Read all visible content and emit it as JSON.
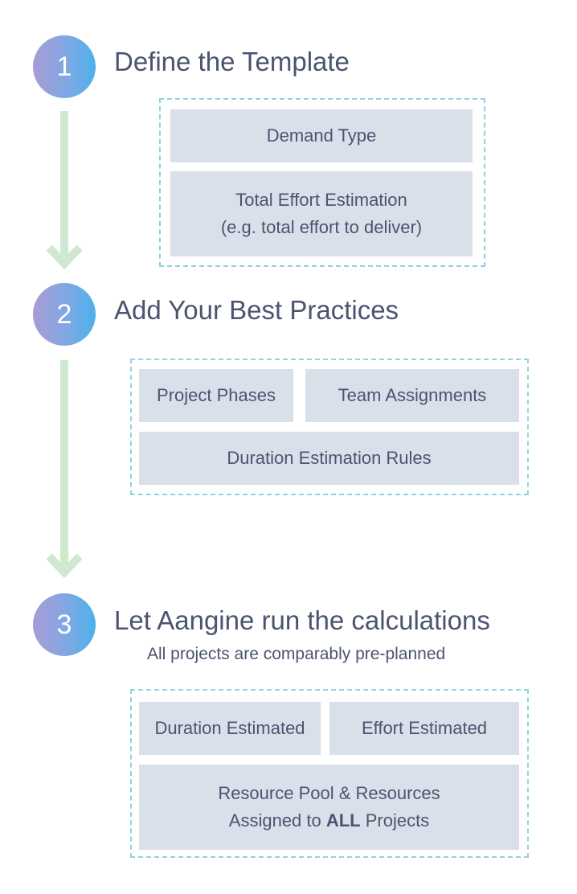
{
  "steps": [
    {
      "number": "1",
      "title": "Define the Template",
      "boxes": {
        "demand_type": "Demand Type",
        "total_effort_line1": "Total Effort Estimation",
        "total_effort_line2": "(e.g. total effort to deliver)"
      }
    },
    {
      "number": "2",
      "title": "Add Your Best Practices",
      "boxes": {
        "project_phases": "Project Phases",
        "team_assignments": "Team Assignments",
        "duration_rules": "Duration Estimation Rules"
      }
    },
    {
      "number": "3",
      "title": "Let Aangine run the calculations",
      "subtitle": "All projects are comparably pre-planned",
      "boxes": {
        "duration_estimated": "Duration Estimated",
        "effort_estimated": "Effort Estimated",
        "resource_line1": "Resource Pool & Resources",
        "resource_line2_prefix": "Assigned to ",
        "resource_line2_bold": "ALL",
        "resource_line2_suffix": " Projects"
      }
    }
  ],
  "colors": {
    "circle_gradient_start": "#a99bd6",
    "circle_gradient_end": "#4cb1ec",
    "arrow": "#cfe8cf",
    "dashed_border": "#8fd3df",
    "box_fill": "#d9e0e9",
    "text": "#4b5470"
  }
}
